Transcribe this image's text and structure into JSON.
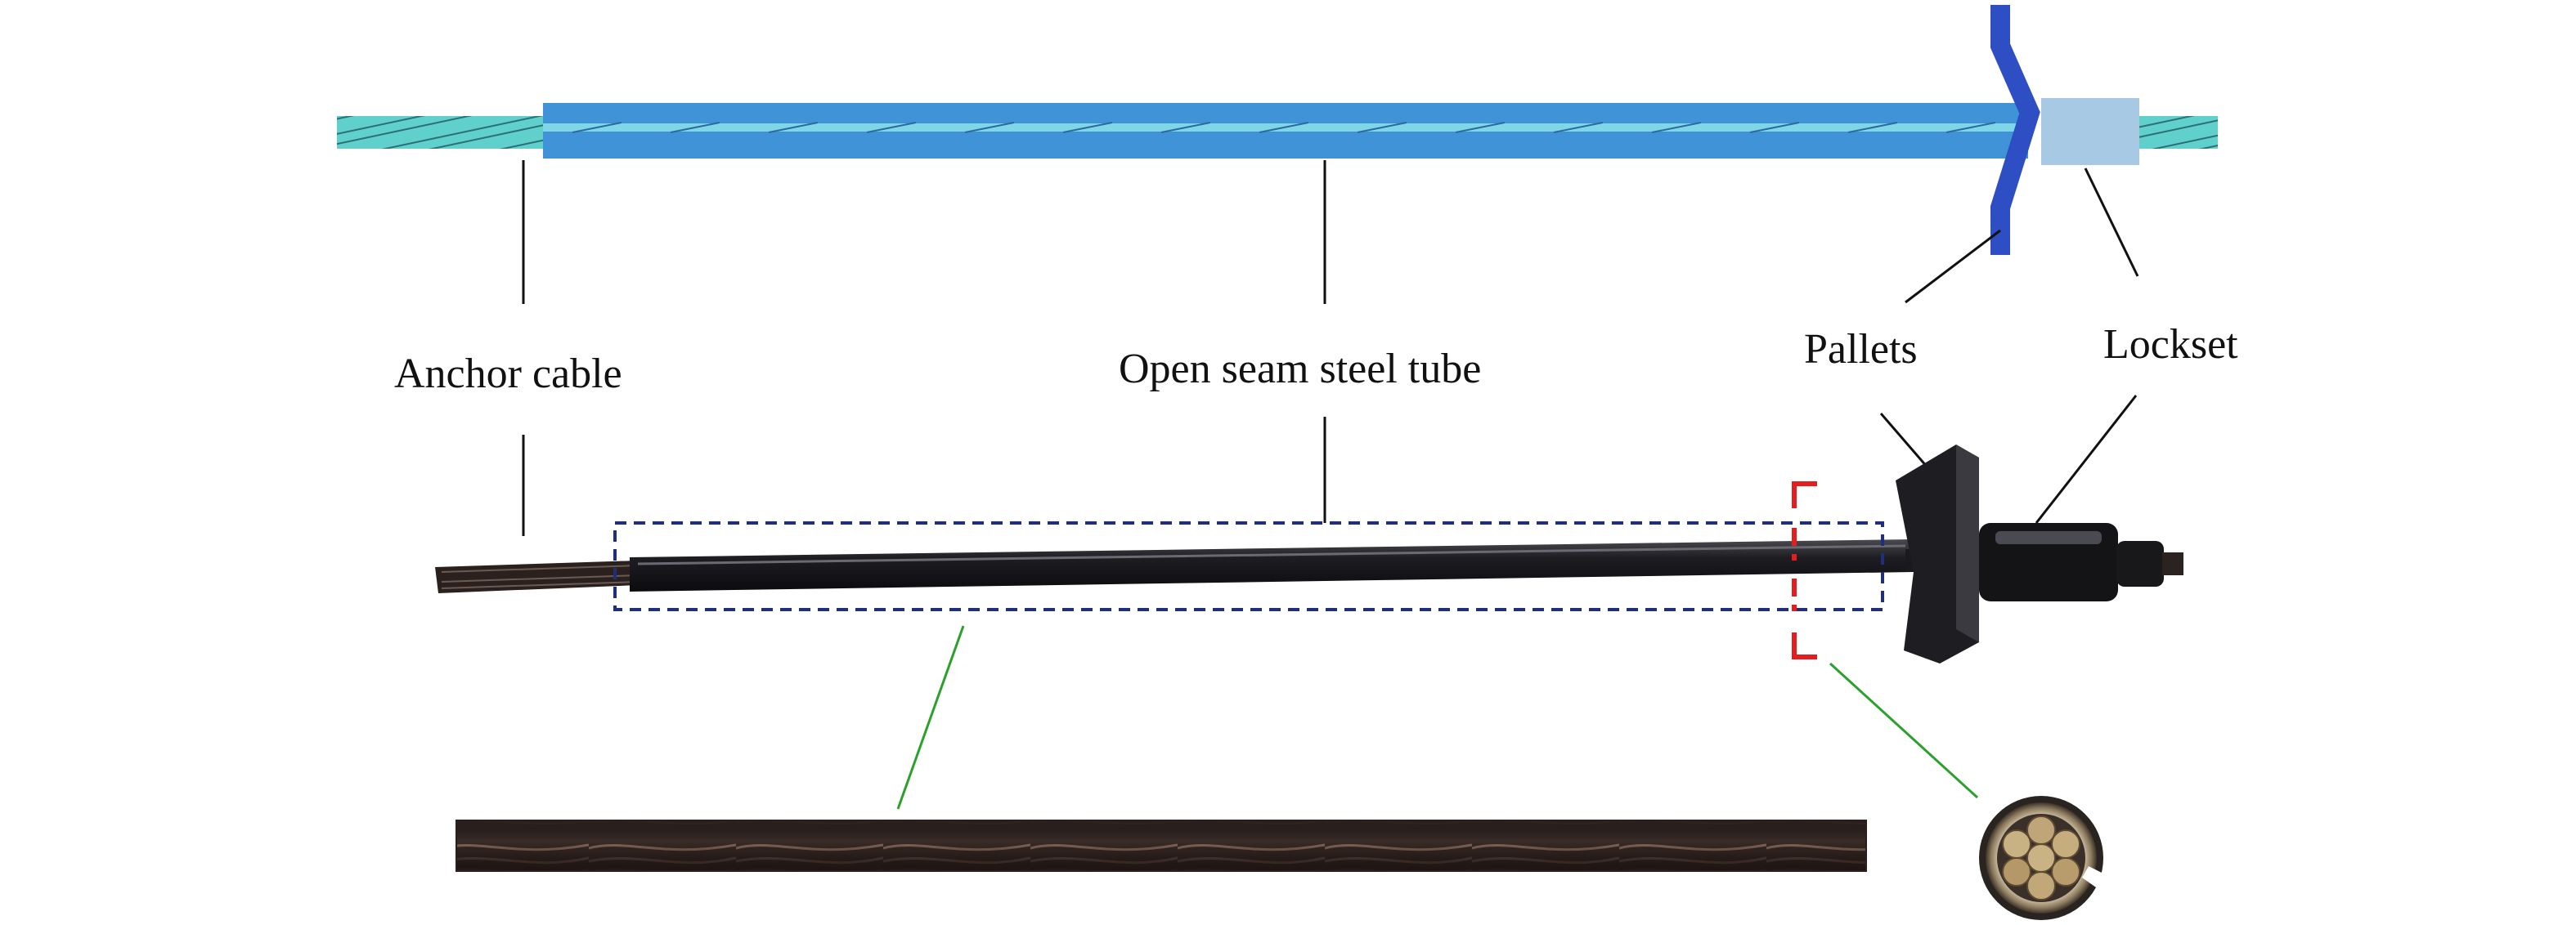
{
  "labels": {
    "anchor_cable": "Anchor cable",
    "open_seam_steel_tube": "Open seam steel tube",
    "pallets": "Pallets",
    "lockset": "Lockset"
  },
  "colors": {
    "cable_teal": "#5fd0cc",
    "tube_blue": "#3f93d6",
    "tube_stripe": "#7fd6e6",
    "pallet_blue": "#2e4fc4",
    "lockset_light_blue": "#a7c9e3",
    "dashed_box_navy": "#1f2f7a",
    "section_marker_red": "#e41e1e",
    "connector_green": "#2ca02c",
    "leader_line": "#111111",
    "photo_dark": "#1c1c1e",
    "strand_brown": "#4a3a33"
  },
  "icons": {
    "schematic": "anchor-cable-schematic",
    "photo": "anchor-assembly-photo",
    "strand_detail": "steel-strand-detail-photo",
    "cross_section": "cross-section-detail-photo"
  }
}
